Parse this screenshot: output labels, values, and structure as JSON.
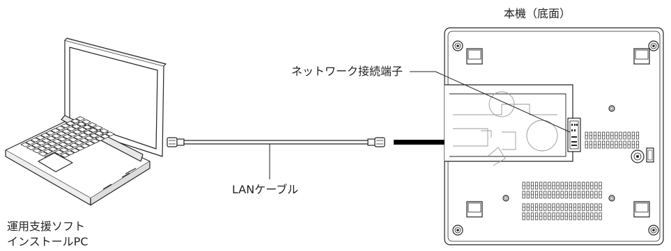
{
  "labels": {
    "device_title": "本機（底面）",
    "network_port": "ネットワーク接続端子",
    "lan_cable": "LANケーブル",
    "pc_line1": "運用支援ソフト",
    "pc_line2": "インストールPC"
  },
  "colors": {
    "line": "#222222",
    "arrow": "#000000",
    "device_face": "#ffffff",
    "hatch": "#333333"
  },
  "icons": {
    "pc": "laptop-icon",
    "cable": "lan-cable-icon",
    "device": "device-bottom-view",
    "arrow": "connection-arrow-icon"
  }
}
